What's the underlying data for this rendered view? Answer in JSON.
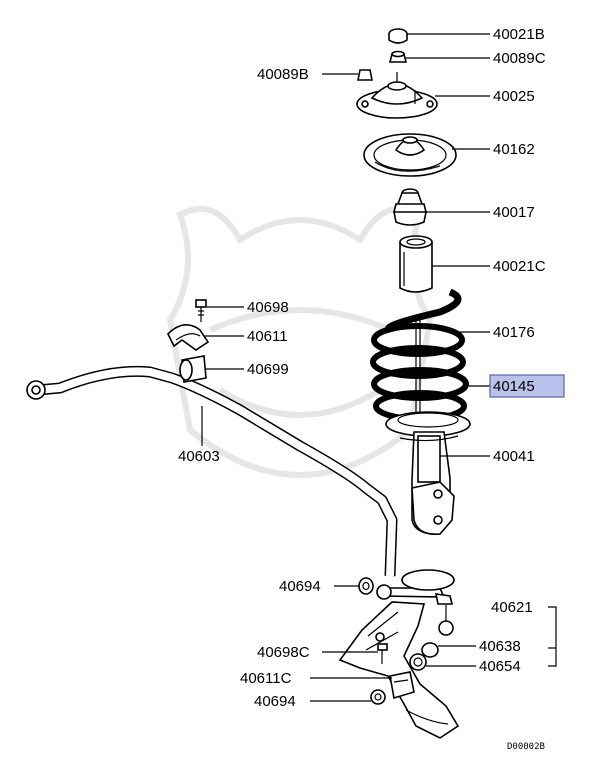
{
  "labels": {
    "p40021B": "40021B",
    "p40089C": "40089C",
    "p40089B": "40089B",
    "p40025": "40025",
    "p40162": "40162",
    "p40017": "40017",
    "p40021C": "40021C",
    "p40698": "40698",
    "p40611": "40611",
    "p40176": "40176",
    "p40699": "40699",
    "p40145": "40145",
    "p40603": "40603",
    "p40041": "40041",
    "p40694a": "40694",
    "p40621": "40621",
    "p40698C": "40698C",
    "p40638": "40638",
    "p40611C": "40611C",
    "p40654": "40654",
    "p40694b": "40694"
  },
  "diagram_code": "D00002B",
  "colors": {
    "highlight_fill": "#b9c2ea",
    "highlight_border": "#5864a8",
    "line": "#000000",
    "watermark": "#e6e6e6"
  }
}
